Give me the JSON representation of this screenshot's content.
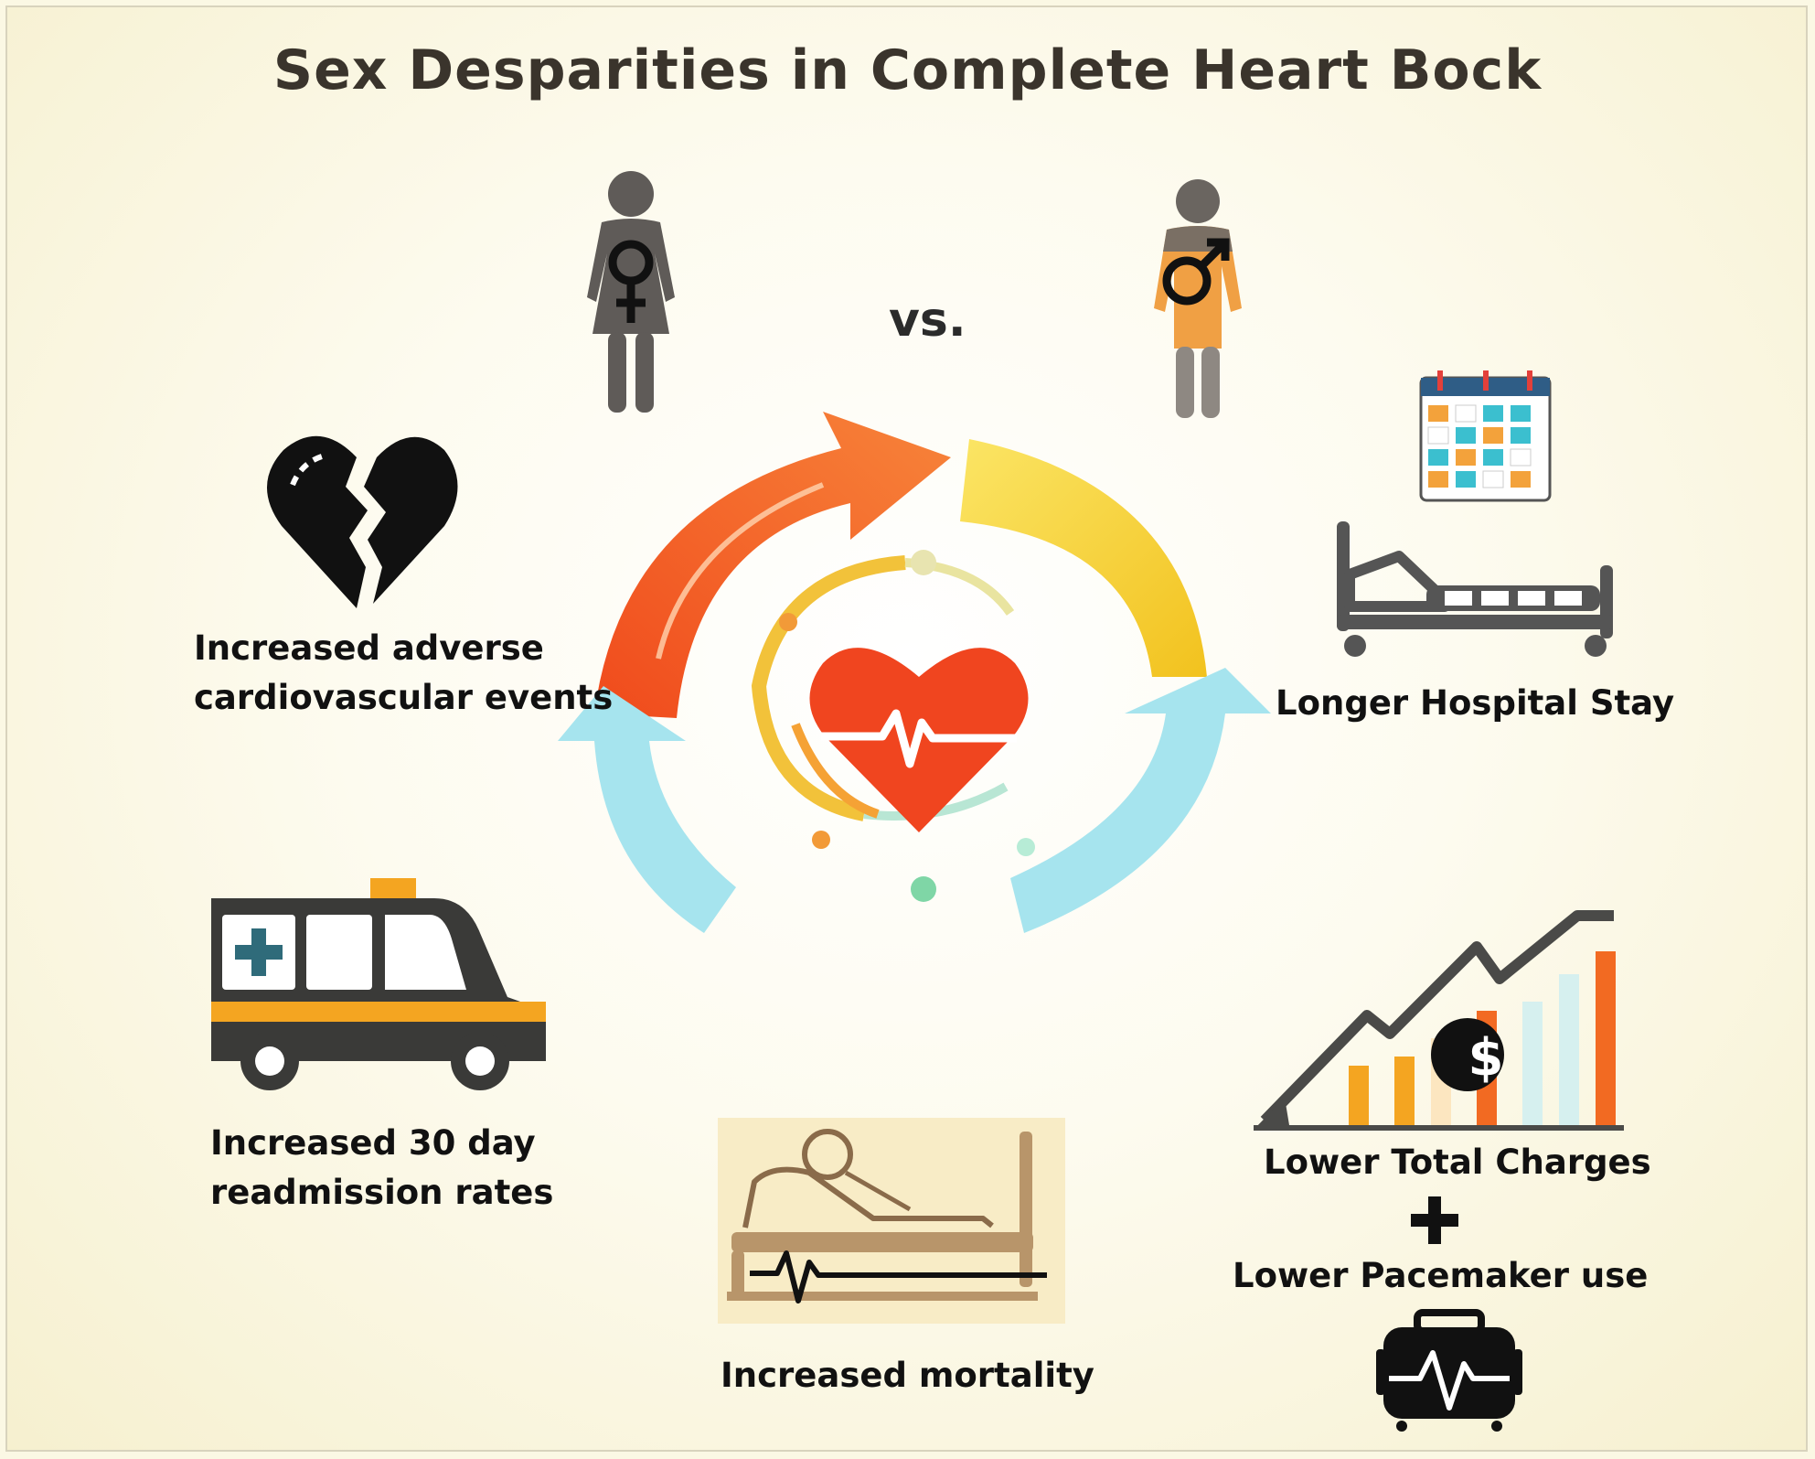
{
  "title": "Sex Desparities in Complete Heart Bock",
  "vs_label": "vs.",
  "icons": {
    "female": "female-figure-icon",
    "male": "male-figure-icon",
    "broken_heart": "broken-heart-icon",
    "calendar": "calendar-icon",
    "hospital_bed": "hospital-bed-icon",
    "ambulance": "ambulance-icon",
    "patient_bed": "patient-in-bed-icon",
    "cost_chart": "cost-chart-icon",
    "dollar": "dollar-icon",
    "plus": "plus-icon",
    "pacemaker": "pacemaker-device-icon",
    "heart": "heartbeat-heart-icon"
  },
  "outcomes": {
    "adverse_events": [
      "Increased adverse",
      "cardiovascular events"
    ],
    "hospital_stay": "Longer Hospital Stay",
    "readmission": [
      "Increased 30 day",
      "readmission rates"
    ],
    "mortality": "Increased mortality",
    "charges": "Lower Total Charges",
    "pacemaker": "Lower Pacemaker use"
  },
  "colors": {
    "female": "#5f5b58",
    "male_body": "#f0a044",
    "arrow_red": "#f04a1c",
    "arrow_yellow": "#f7d63a",
    "arrow_blue": "#a6e4ee",
    "heart": "#f0451f"
  }
}
